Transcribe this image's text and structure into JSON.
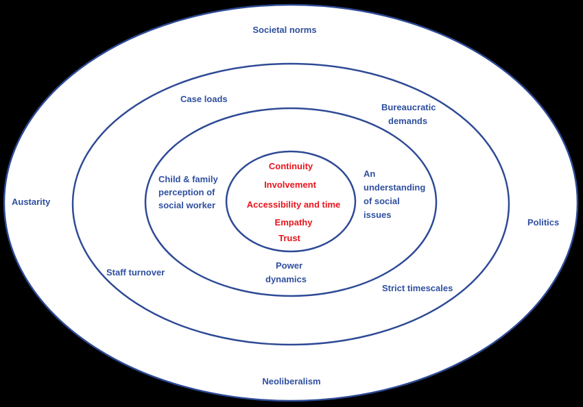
{
  "colors": {
    "background": "#000000",
    "ring_fill": "#ffffff",
    "ring_stroke": "#2e4a95",
    "label_blue": "#2f4f9f",
    "label_red": "#e8141c"
  },
  "rings": {
    "outer": {
      "top": "Societal norms",
      "left": "Austarity",
      "right": "Politics",
      "bottom": "Neoliberalism"
    },
    "second": {
      "top_left": "Case loads",
      "top_right_line1": "Bureaucratic",
      "top_right_line2": "demands",
      "bottom_left": "Staff turnover",
      "bottom_right": "Strict timescales"
    },
    "third": {
      "left_line1": "Child & family",
      "left_line2": "perception of",
      "left_line3": "social worker",
      "right_line1": "An",
      "right_line2": "understanding",
      "right_line3": "of social",
      "right_line4": "issues",
      "bottom_line1": "Power",
      "bottom_line2": "dynamics"
    },
    "core": {
      "items": [
        "Continuity",
        "Involvement",
        "Accessibility and time",
        "Empathy",
        "Trust"
      ]
    }
  }
}
